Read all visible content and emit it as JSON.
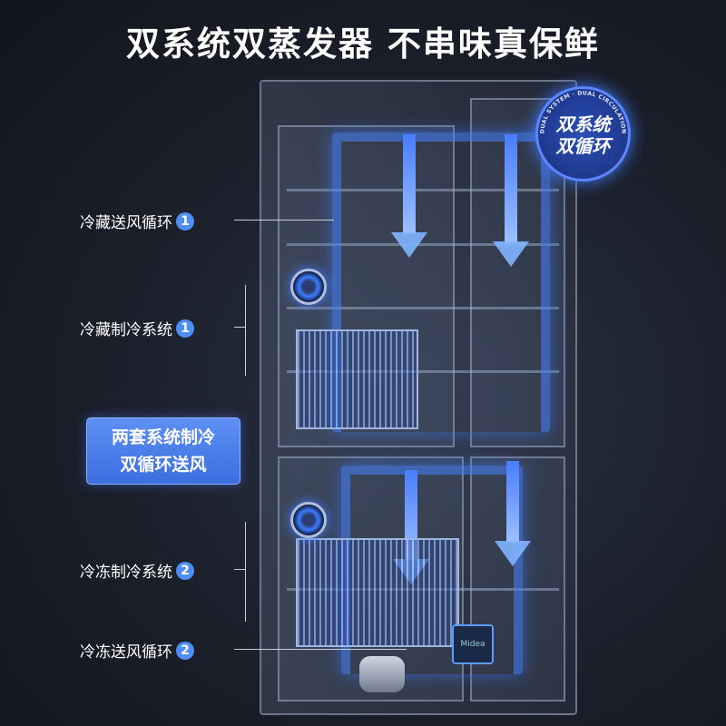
{
  "headline": "双系统双蒸发器 不串味真保鲜",
  "badge": {
    "line1": "双系统",
    "line2": "双循环",
    "ring_text": "DUAL SYSTEM · DUAL CIRCULATION"
  },
  "callouts": [
    {
      "text": "冷藏送风循环",
      "num": "1"
    },
    {
      "text": "冷藏制冷系统",
      "num": "1"
    },
    {
      "text": "冷冻制冷系统",
      "num": "2"
    },
    {
      "text": "冷冻送风循环",
      "num": "2"
    }
  ],
  "feature_box": {
    "line1": "两套系统制冷",
    "line2": "双循环送风"
  },
  "brand_logo": "Midea",
  "colors": {
    "accent": "#4f8ef5",
    "background": "#1b1f2a",
    "airflow": "#4a7dff"
  }
}
